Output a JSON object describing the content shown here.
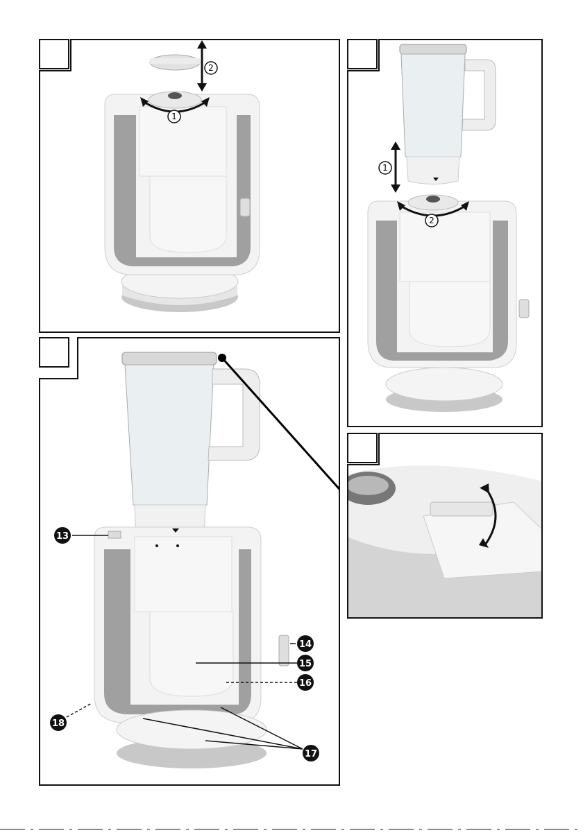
{
  "colors": {
    "frame": "#111111",
    "appliance_body": "#f2f2f2",
    "appliance_shadow": "#cfcfcf",
    "frame_inner": "#9b9b9b",
    "glass": "#e8eef0",
    "accent_marker": "#000000"
  },
  "panels": [
    {
      "id": "panel-1",
      "step_number": "",
      "labels": [
        "①",
        "②"
      ]
    },
    {
      "id": "panel-2",
      "step_number": "",
      "labels": [
        "①",
        "②"
      ]
    },
    {
      "id": "panel-3",
      "step_number": "",
      "labels": []
    },
    {
      "id": "panel-4",
      "step_number": "",
      "labels": []
    }
  ],
  "callouts": {
    "c13": "13",
    "c14": "14",
    "c15": "15",
    "c16": "16",
    "c17": "17",
    "c18": "18"
  },
  "step_marks": {
    "p1_rotate": "1",
    "p1_lift": "2",
    "p2_lift": "1",
    "p2_rotate": "2"
  },
  "icons": [
    "rotate-arrow-icon",
    "vertical-arrow-icon",
    "lock-icon",
    "unlock-icon",
    "triangle-marker-icon"
  ]
}
